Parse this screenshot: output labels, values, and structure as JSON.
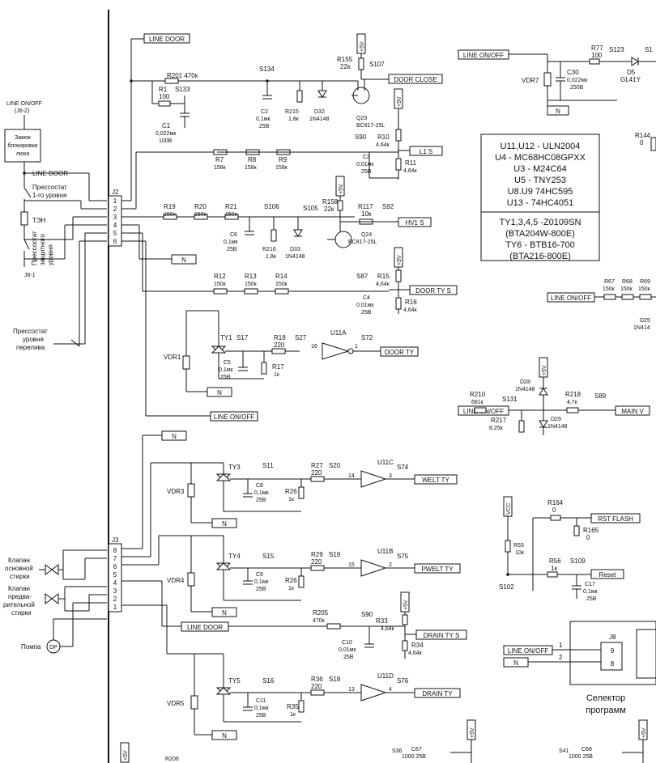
{
  "nets": {
    "line_door": "LINE DOOR",
    "line_onoff": "LINE ON/OFF",
    "n": "N",
    "vplus5": "+5V",
    "vcc": "VCC",
    "door_close": "DOOR CLOSE",
    "l1_s": "L1 S",
    "hv1_s": "HV1 S",
    "door_ty_s": "DOOR TY S",
    "door_ty": "DOOR TY",
    "main_v": "MAIN V",
    "welt_ty": "WELT TY",
    "pwelt_ty": "PWELT TY",
    "drain_ty_s": "DRAIN TY S",
    "drain_ty": "DRAIN TY",
    "rst_flash": "RST FLASH",
    "reset": "Reset"
  },
  "left_panel": {
    "line_onoff_ref": "LINE ON/OFF",
    "line_onoff_pin": "(J6-2)",
    "door_lock": [
      "Замок",
      "блокировки",
      "люка"
    ],
    "line_door": "LINE DOOR",
    "pressostat1": [
      "Прессостат",
      "1-го уровня"
    ],
    "heater": "ТЭН",
    "pressostat_prot": [
      "Прессостат",
      "защитного",
      "уровня"
    ],
    "j6_1": "J6-1",
    "pressostat_overflow": [
      "Прессостат",
      "уровня",
      "перелива"
    ],
    "valve_main": [
      "Клапан",
      "основной",
      "стирки"
    ],
    "valve_pre": [
      "Клапан",
      "предва-",
      "рительной",
      "стирки"
    ],
    "pump": "Помпа",
    "pump_symbol": "DP"
  },
  "connectors": {
    "j2": "J2",
    "j2_pins": [
      "1",
      "2",
      "3",
      "4",
      "5",
      "6"
    ],
    "j3": "J3",
    "j3_pins": [
      "8",
      "7",
      "6",
      "5",
      "4",
      "3",
      "2",
      "1"
    ],
    "j8": "J8",
    "j8_pins": [
      "9",
      "8"
    ],
    "j8_inputs": [
      "1",
      "2"
    ]
  },
  "components": {
    "R201": "R201 470к",
    "R1": [
      "R1",
      "100"
    ],
    "S133": "S133",
    "C1": [
      "C1",
      "0,022мк",
      "100В"
    ],
    "S134": "S134",
    "C2": [
      "C2",
      "0,1мк",
      "25В"
    ],
    "R215": [
      "R215",
      "1,8к"
    ],
    "D32": [
      "D32",
      "1N4148"
    ],
    "R155": [
      "R155",
      "22к"
    ],
    "S107": "S107",
    "Q23": [
      "Q23",
      "BC817-25L"
    ],
    "R7": [
      "R7",
      "158к"
    ],
    "R8": [
      "R8",
      "158к"
    ],
    "R9": [
      "R9",
      "158к"
    ],
    "S90a": "S90",
    "R10": [
      "R10",
      "4,64к"
    ],
    "C3": [
      "C3",
      "0,01мк",
      "25В"
    ],
    "R11": [
      "R11",
      "4,64к"
    ],
    "R19": [
      "R19",
      "150к"
    ],
    "R20": [
      "R20",
      "150к"
    ],
    "R21": [
      "R21",
      "150к"
    ],
    "S106": "S106",
    "S105": "S105",
    "R158": [
      "R158",
      "22к"
    ],
    "R117": [
      "R117",
      "10к"
    ],
    "S92": "S92",
    "C6": [
      "C6",
      "0,1мк",
      "25В"
    ],
    "R216": [
      "R216",
      "1,8к"
    ],
    "D33": [
      "D33",
      "1N4148"
    ],
    "Q24": [
      "Q24",
      "BC817-25L"
    ],
    "R12": [
      "R12",
      "150к"
    ],
    "R13": [
      "R13",
      "150к"
    ],
    "R14": [
      "R14",
      "150к"
    ],
    "S87": "S87",
    "R15": [
      "R15",
      "4,64к"
    ],
    "C4": [
      "C4",
      "0,01мк",
      "25В"
    ],
    "R16": [
      "R16",
      "4,64к"
    ],
    "TY1": "TY1",
    "S17": "S17",
    "R18": [
      "R18",
      "220"
    ],
    "S27": "S27",
    "U11A": "U11A",
    "S72": "S72",
    "VDR1": "VDR1",
    "C5": [
      "C5",
      "0,1мк",
      "25В"
    ],
    "R17": [
      "R17",
      "1к"
    ],
    "pin16": "16",
    "pin1": "1",
    "TY3": "TY3",
    "S11": "S11",
    "R27": [
      "R27",
      "220"
    ],
    "S20": "S20",
    "U11C": "U11C",
    "S74": "S74",
    "VDR3": "VDR3",
    "C8": [
      "C8",
      "0,1мк",
      "25В"
    ],
    "R26a": [
      "R26",
      "1к"
    ],
    "pin14": "14",
    "pin3": "3",
    "TY4": "TY4",
    "S15": "S15",
    "R29": [
      "R29",
      "220"
    ],
    "S19": "S19",
    "U11B": "U11B",
    "S75": "S75",
    "VDR4": "VDR4",
    "C9": [
      "C9",
      "0,1мк",
      "25В"
    ],
    "R26b": [
      "R26",
      "1к"
    ],
    "pin15": "15",
    "pin2": "2",
    "R205": [
      "R205",
      "470к"
    ],
    "S90b": "S90",
    "R33": [
      "R33",
      "4,64к"
    ],
    "C10": [
      "C10",
      "0,01мк",
      "25В"
    ],
    "R34": [
      "R34",
      "4,64к"
    ],
    "TY5": "TY5",
    "S16": "S16",
    "R36": [
      "R36",
      "220"
    ],
    "S18": "S18",
    "U11D": "U11D",
    "S76": "S76",
    "VDR5": "VDR5",
    "C11": [
      "C11",
      "0,1мк",
      "25В"
    ],
    "R35": [
      "R35",
      "1к"
    ],
    "pin13": "13",
    "pin4": "4",
    "R206": "R206",
    "S36": "S36",
    "C67": [
      "C67",
      "1000 25В"
    ],
    "S41": "S41",
    "C68": [
      "C68",
      "1000 25В"
    ],
    "R77": [
      "R77",
      "100"
    ],
    "S123": "S123",
    "S1x": "S1",
    "VDR7": "VDR7",
    "C30": [
      "C30",
      "0,022мк",
      "250В"
    ],
    "D5": [
      "D5",
      "GL41Y"
    ],
    "R144": [
      "R144",
      "0"
    ],
    "R67": [
      "R67",
      "150к"
    ],
    "R68": [
      "R68",
      "150к"
    ],
    "R69": [
      "R69",
      "150к"
    ],
    "D25": [
      "D25",
      "1N414"
    ],
    "D28": [
      "D28",
      "1N4148"
    ],
    "R210": [
      "R210",
      "681к"
    ],
    "S131": "S131",
    "R218": [
      "R218",
      "4,7к"
    ],
    "S89": "S89",
    "R217": [
      "R217",
      "8,25к"
    ],
    "D29": [
      "D29",
      "1N4148"
    ],
    "R164": [
      "R164",
      "0"
    ],
    "R165": [
      "R165",
      "0"
    ],
    "R55": [
      "R55",
      "10к"
    ],
    "R56": [
      "R56",
      "1к"
    ],
    "S109": "S109",
    "S102": "S102",
    "C17": [
      "C17",
      "0,1мк",
      "25В"
    ]
  },
  "ic_list": [
    "U11,U12 - ULN2004",
    "U4 - MC68HC08GPXX",
    "U3 - M24C64",
    "U5 - TNY253",
    "U8.U9 74HC595",
    "U13 - 74HC4051"
  ],
  "triac_list": [
    "TY1,3,4,5 -Z0109SN",
    "(BTA204W-800E)",
    "TY6 - BTB16-700",
    "(BTA216-800E)"
  ],
  "program_selector": [
    "Селектор",
    "программ"
  ]
}
